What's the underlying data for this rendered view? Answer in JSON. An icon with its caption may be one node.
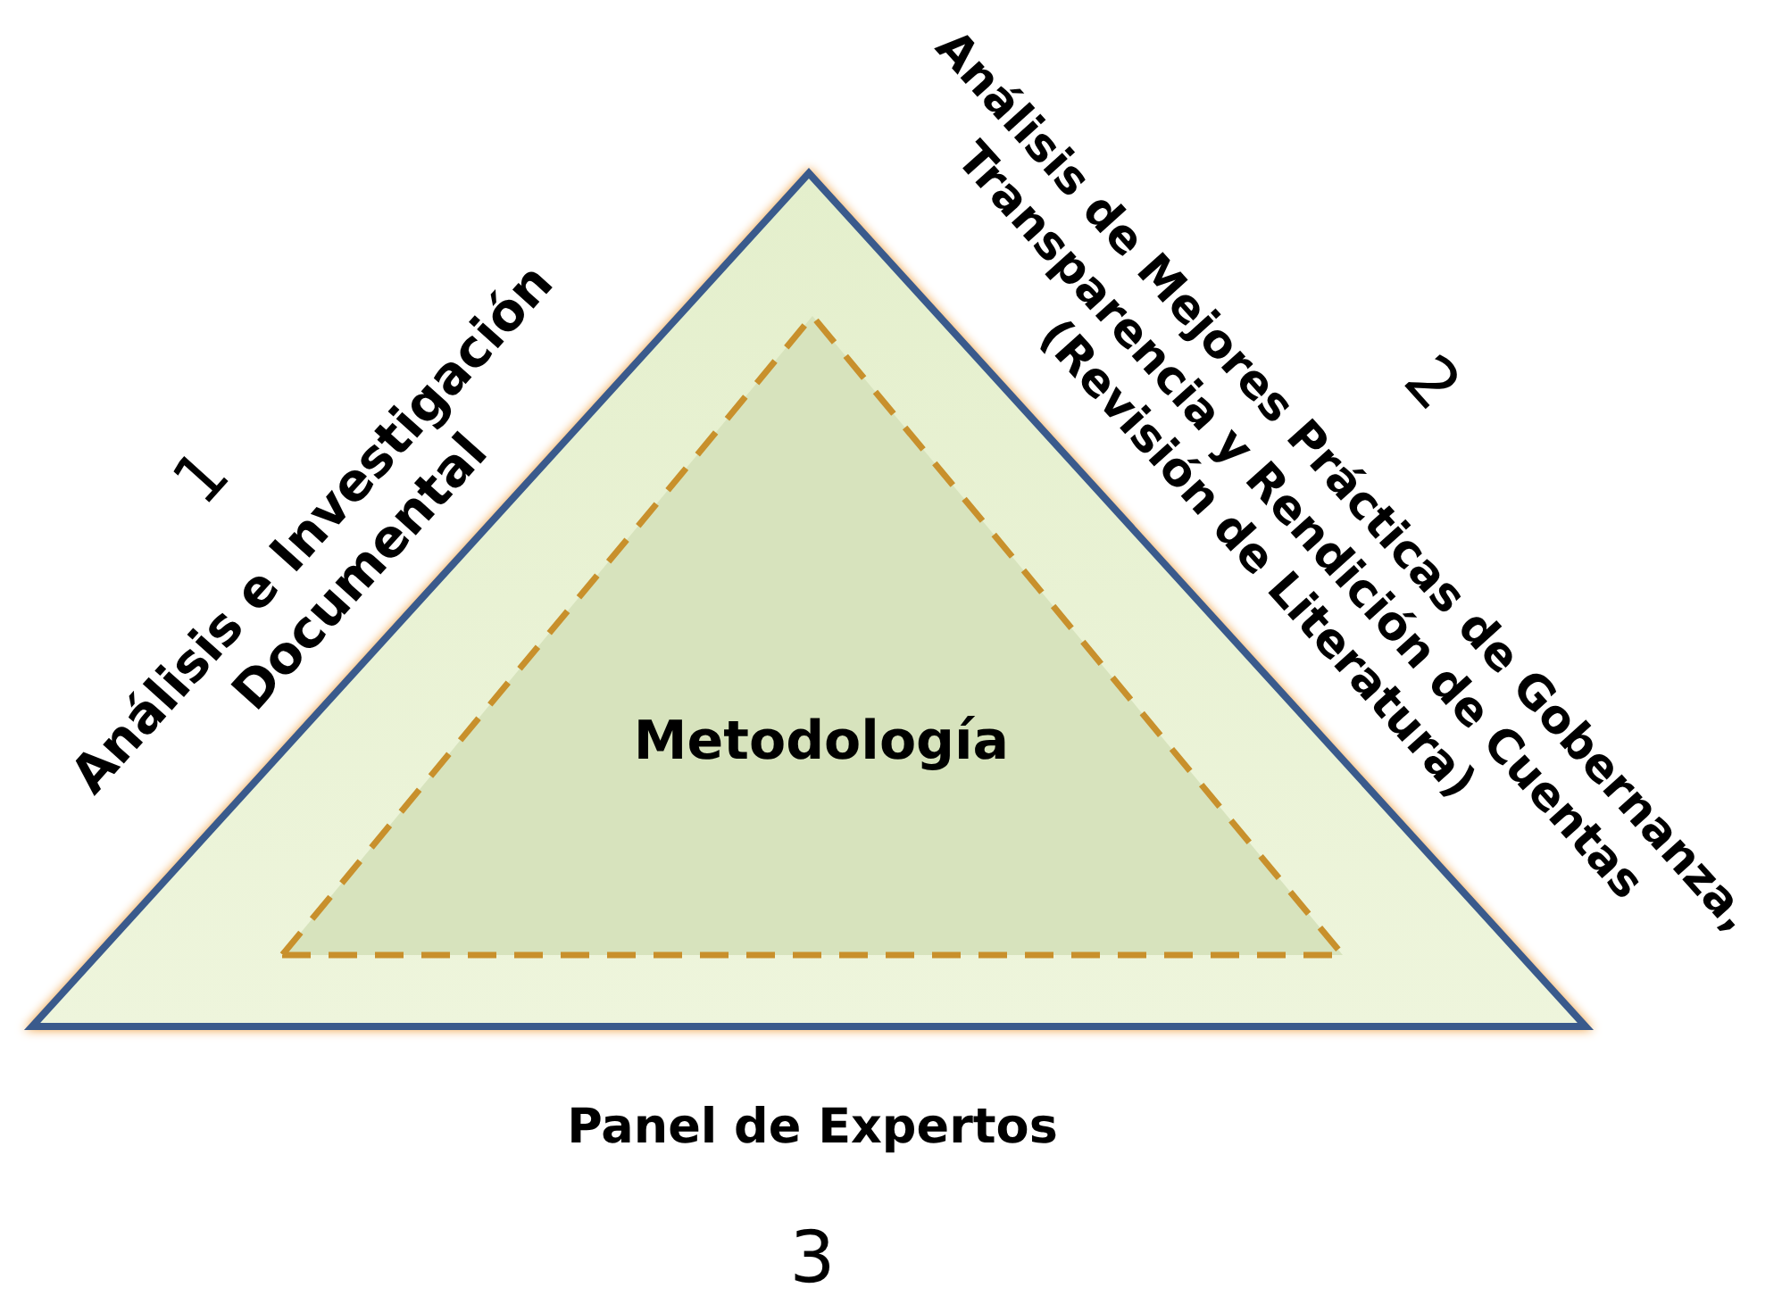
{
  "diagram": {
    "nodes": [
      {
        "text": [],
        "shape": "triangle"
      },
      {
        "text": [
          "Metodología"
        ],
        "in": 0
      }
    ],
    "edges": [],
    "labels": [
      "1",
      "Análisis e Investigación Documental",
      "2",
      "Análisis de Mejores Prácticas de Gobernanza, Transparencia y Rendición de Cuentas (Revisión de Literatura)",
      "Panel de Expertos",
      "3"
    ]
  }
}
